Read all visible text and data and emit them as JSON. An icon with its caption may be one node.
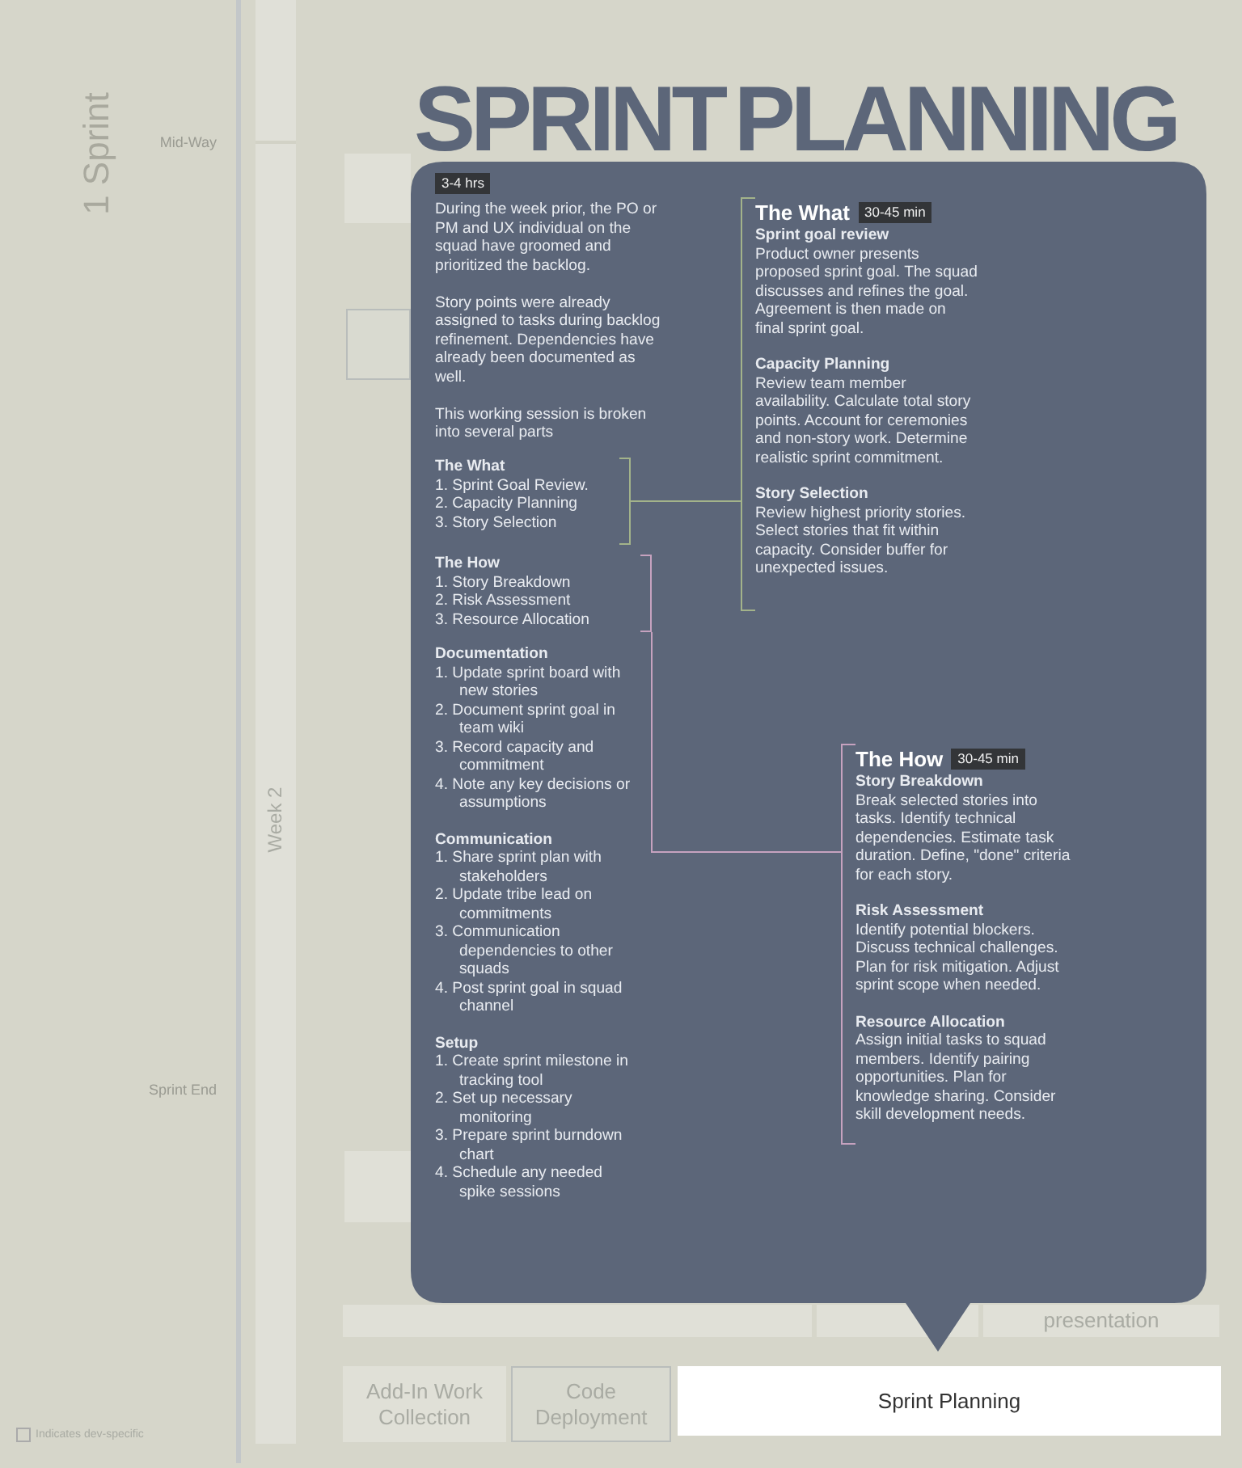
{
  "diagram": {
    "title": "SPRINT PLANNING",
    "nodes": [
      {
        "text": [
          "Week 2"
        ]
      },
      {
        "text": [],
        "shape": "box"
      },
      {
        "text": [],
        "shape": "box"
      },
      {
        "text": [
          "3-4 hrs",
          "During the week prior, the PO or PM and UX individual on the squad have groomed and prioritized the backlog.",
          "Story points were already assigned to tasks during backlog refinement. Dependencies have already been documented as well.",
          "This working session is broken into several parts",
          "Documentation",
          "1. Update sprint board with new stories",
          "2. Document sprint goal in team wiki",
          "3. Record capacity and commitment",
          "4. Note any key decisions or assumptions",
          "Communication",
          "1. Share sprint plan with stakeholders",
          "2. Update tribe lead on commitments",
          "3. Communication dependencies to other squads",
          "4. Post sprint goal in squad channel",
          "Setup",
          "1. Create sprint milestone in tracking tool",
          "2. Set up necessary monitoring",
          "3. Prepare sprint burndown chart",
          "4. Schedule any needed spike sessions"
        ]
      },
      {
        "text": [
          "The What",
          "1. Sprint Goal Review.",
          "2. Capacity Planning",
          "3. Story Selection"
        ],
        "in": 3
      },
      {
        "text": [
          "The How",
          "1. Story Breakdown",
          "2. Risk Assessment",
          "3. Resource Allocation"
        ],
        "in": 3
      },
      {
        "text": [
          "The What",
          "30-45 min",
          "Sprint goal review",
          "Product owner presents proposed sprint goal.  The squad discusses and refines the goal.  Agreement is then made on final sprint goal.",
          "Capacity Planning",
          "Review team member availability.  Calculate total story points.  Account for ceremonies and non-story work.  Determine realistic sprint commitment.",
          "Story Selection",
          "Review highest priority stories. Select stories that fit within capacity.  Consider buffer for unexpected issues."
        ],
        "in": 3
      },
      {
        "text": [
          "The How",
          "30-45 min",
          "Story Breakdown",
          "Break selected stories into tasks.  Identify technical dependencies.  Estimate task duration.  Define, \"done\" criteria for each story.",
          "Risk Assessment",
          "Identify potential blockers. Discuss technical challenges. Plan for risk mitigation.  Adjust sprint scope when needed.",
          "Resource Allocation",
          "Assign initial tasks to squad members.  Identify pairing opportunities.  Plan for knowledge sharing.  Consider skill development needs."
        ],
        "in": 3
      },
      {
        "text": [],
        "shape": "box"
      },
      {
        "text": [],
        "shape": "box"
      },
      {
        "text": [],
        "shape": "box"
      },
      {
        "text": [
          "presentation"
        ]
      },
      {
        "text": [
          "Add-In Work Collection"
        ]
      },
      {
        "text": [
          "Code Deployment"
        ]
      },
      {
        "text": [
          "Sprint Planning"
        ]
      }
    ],
    "edges": [
      {
        "from": 4,
        "to": 6,
        "arrow": "none",
        "color": "#a3b38a"
      },
      {
        "from": 5,
        "to": 7,
        "arrow": "none",
        "color": "#c6a2bf"
      }
    ],
    "labels": [
      "1 Sprint",
      "Mid-Way",
      "Sprint End"
    ],
    "legend": [
      {
        "text": "Indicates dev-specific"
      }
    ]
  }
}
